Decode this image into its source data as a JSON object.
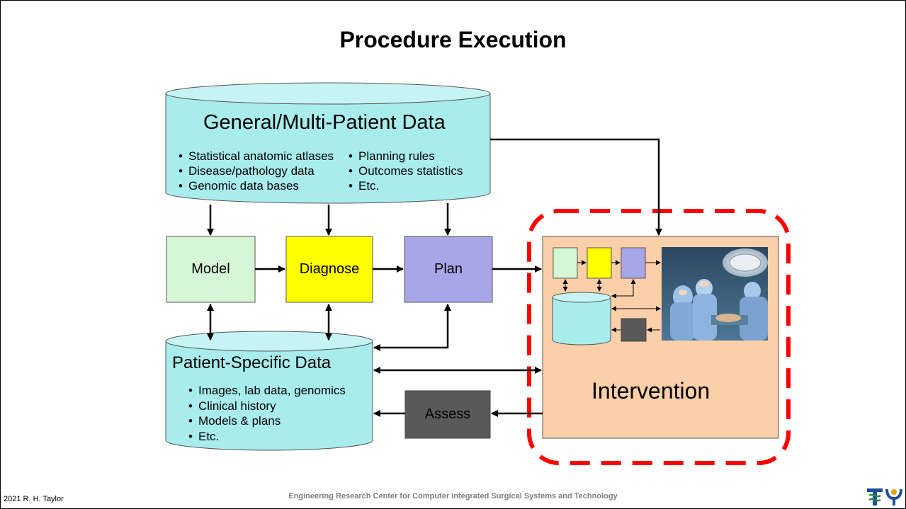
{
  "title": "Procedure Execution",
  "general_data": {
    "title": "General/Multi-Patient Data",
    "left_items": [
      "Statistical anatomic atlases",
      "Disease/pathology data",
      "Genomic data bases"
    ],
    "right_items": [
      "Planning rules",
      "Outcomes statistics",
      "Etc."
    ]
  },
  "patient_data": {
    "title": "Patient-Specific Data",
    "items": [
      "Images, lab data, genomics",
      "Clinical history",
      "Models & plans",
      "Etc."
    ]
  },
  "blocks": {
    "model": "Model",
    "diagnose": "Diagnose",
    "plan": "Plan",
    "assess": "Assess",
    "intervention": "Intervention"
  },
  "colors": {
    "cylinder": "#a8ecec",
    "model": "#d5f7d5",
    "diagnose": "#ffff00",
    "plan": "#a7a7e8",
    "assess": "#595959",
    "intervention": "#fbcfa8",
    "highlight_dash": "#ff0000"
  },
  "footer": {
    "author": "2021 R. H. Taylor",
    "center": "Engineering Research Center for Computer Integrated Surgical Systems and Technology"
  }
}
